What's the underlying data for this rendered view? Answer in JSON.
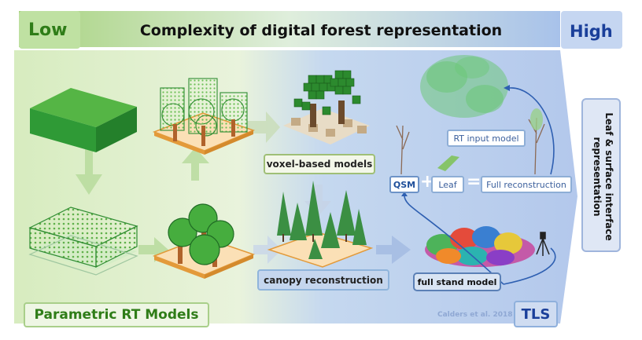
{
  "header": {
    "low": "Low",
    "title": "Complexity of digital forest representation",
    "high": "High"
  },
  "labels": {
    "voxel": "voxel-based models",
    "canopy": "canopy reconstruction",
    "full_stand": "full stand model",
    "rt_input": "RT input model",
    "qsm": "QSM",
    "plus": "+",
    "leaf": "Leaf",
    "equals": "=",
    "full_reconstruction": "Full reconstruction"
  },
  "footer": {
    "parametric": "Parametric RT Models",
    "citation": "Calders et al. 2018",
    "tls": "TLS"
  },
  "side_label": "Leaf & surface interface representation",
  "colors": {
    "green_dark": "#2f7d18",
    "blue_dark": "#1a3f9a",
    "panel_green": "#d3ebbc",
    "panel_blue": "#b9cdee"
  }
}
